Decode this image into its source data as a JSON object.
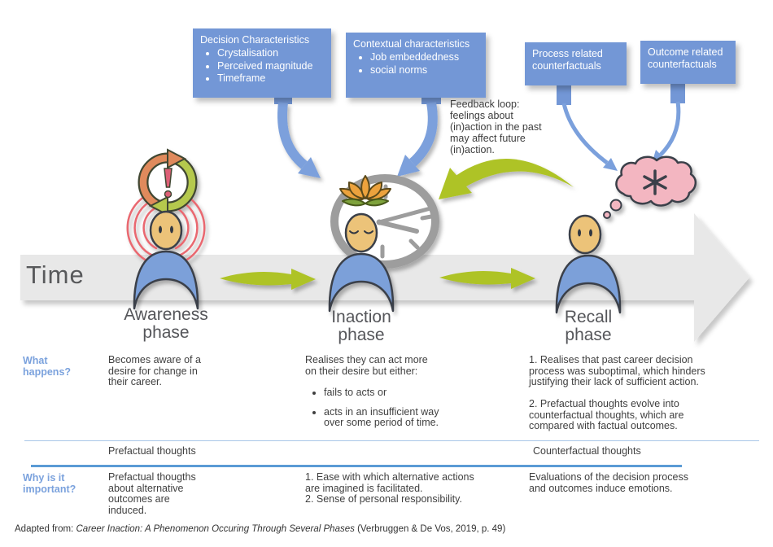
{
  "callouts": {
    "decision": {
      "title": "Decision Characteristics",
      "bullets": [
        "Crystalisation",
        "Perceived magnitude",
        "Timeframe"
      ]
    },
    "contextual": {
      "title": "Contextual characteristics",
      "bullets": [
        "Job embeddedness",
        "social norms"
      ]
    },
    "process": {
      "label": "Process related\ncounterfactuals"
    },
    "outcome": {
      "label": "Outcome related\ncounterfactuals"
    }
  },
  "feedback_note": "Feedback loop:\nfeelings about\n(in)action in the past\nmay affect future\n(in)action.",
  "time_label": "Time",
  "phases": {
    "awareness": "Awareness\nphase",
    "inaction": "Inaction\nphase",
    "recall": "Recall\nphase"
  },
  "what_happens": {
    "label": "What\nhappens?",
    "awareness": "Becomes aware of a\ndesire for change in\ntheir career.",
    "inaction_intro": "Realises they can act more\non their desire but either:",
    "inaction_bullets": [
      "fails to acts or",
      "acts in an insufficient way\nover some period of time."
    ],
    "recall": "1. Realises that past career decision\nprocess was suboptimal, which hinders\njustifying their lack of sufficient action.\n\n2. Prefactual thoughts evolve into\ncounterfactual thoughts, which are\ncompared with factual outcomes."
  },
  "thought_types": {
    "prefactual": "Prefactual thoughts",
    "counterfactual": "Counterfactual thoughts"
  },
  "why_important": {
    "label": "Why is it\nimportant?",
    "awareness": "Prefactual thougths\nabout alternative\noutcomes are\ninduced.",
    "inaction": "1. Ease with which alternative actions\nare imagined is facilitated.\n2. Sense of personal responsibility.",
    "recall": "Evaluations of the decision process\nand outcomes induce emotions."
  },
  "footer": {
    "prefix": "Adapted from: ",
    "source_title": "Career Inaction: A Phenomenon Occuring Through Several Phases",
    "suffix": " (Verbruggen & De Vos, 2019, p. 49)"
  },
  "colors": {
    "callout_blue": "#7397d6",
    "arrow_blue": "#7ba0dc",
    "green": "#aec326",
    "gray_arrow": "#e8e8e8",
    "label_blue": "#7ba2dd",
    "divider_blue": "#5b9bd5",
    "divider_light_blue": "#a8c6e8",
    "text_dark": "#3f3f3f",
    "skin": "#ecc379",
    "body_blue": "#7ba0d9",
    "wave_red": "#e9676f",
    "bubble_pink": "#f3b6c1",
    "clock_gray": "#9d9d9d"
  },
  "icons": {
    "alert-cycle-icon": "circular orange/green arrows with exclamation mark",
    "sound-waves-icon": "red radiating arcs",
    "clock-icon": "gray wall clock",
    "lotus-icon": "orange lotus flower",
    "thought-bubble-icon": "pink cloud with asterisk",
    "time-arrow": "gray right arrow band",
    "forward-arrow": "green pointed arrow",
    "feedback-arrow": "green curved arrow"
  }
}
